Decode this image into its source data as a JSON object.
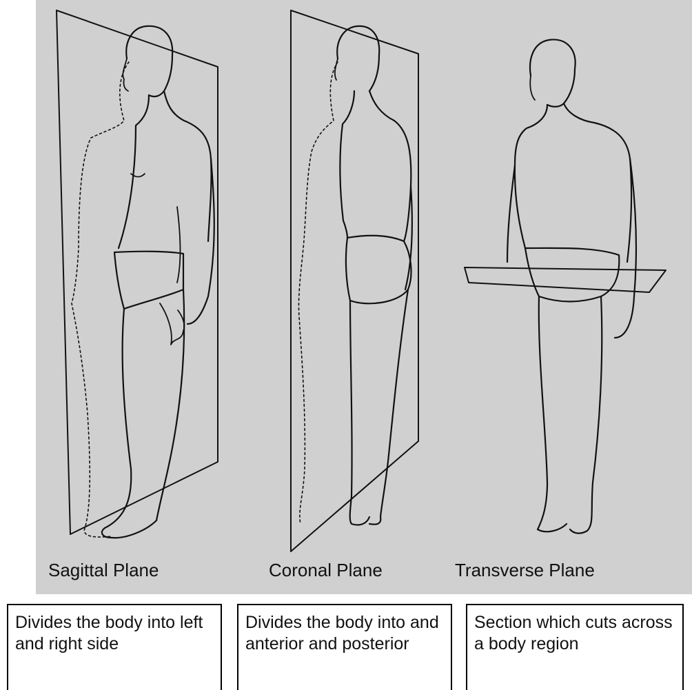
{
  "planes": [
    {
      "name": "Sagittal Plane",
      "description": "Divides the body into left and right side"
    },
    {
      "name": "Coronal Plane",
      "description": "Divides the body into and anterior and posterior"
    },
    {
      "name": "Transverse Plane",
      "description": "Section which cuts across a body region"
    }
  ],
  "colors": {
    "figure_background": "#d0d0d0",
    "line": "#111111"
  }
}
